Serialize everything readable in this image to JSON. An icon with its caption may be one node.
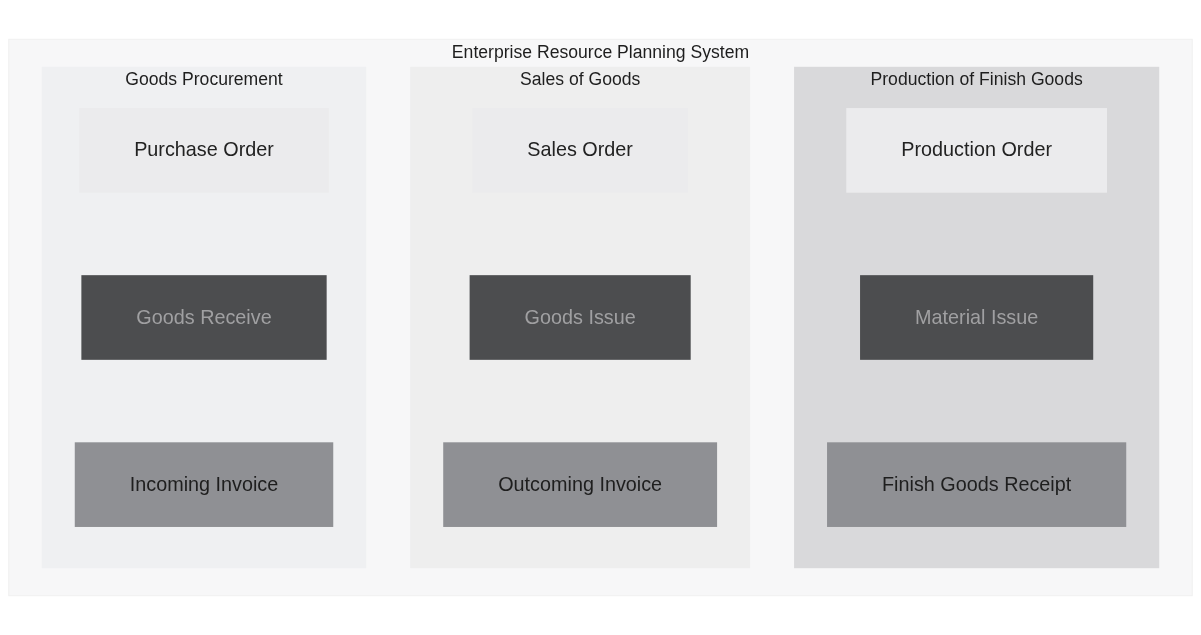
{
  "diagram": {
    "nodes": [
      {
        "text": [
          "Enterprise Resource Planning System"
        ]
      },
      {
        "text": [
          "Goods Procurement"
        ],
        "in": 0
      },
      {
        "text": [
          "Purchase Order"
        ],
        "in": 1
      },
      {
        "text": [
          "Goods Receive"
        ],
        "in": 1
      },
      {
        "text": [
          "Incoming Invoice"
        ],
        "in": 1
      },
      {
        "text": [
          "Sales of Goods"
        ],
        "in": 0
      },
      {
        "text": [
          "Sales Order"
        ],
        "in": 5
      },
      {
        "text": [
          "Goods Issue"
        ],
        "in": 5
      },
      {
        "text": [
          "Outcoming Invoice"
        ],
        "in": 5
      },
      {
        "text": [
          "Production of Finish Goods"
        ],
        "in": 0
      },
      {
        "text": [
          "Production Order"
        ],
        "in": 9
      },
      {
        "text": [
          "Material Issue"
        ],
        "in": 9
      },
      {
        "text": [
          "Finish Goods Receipt"
        ],
        "in": 9
      }
    ]
  }
}
